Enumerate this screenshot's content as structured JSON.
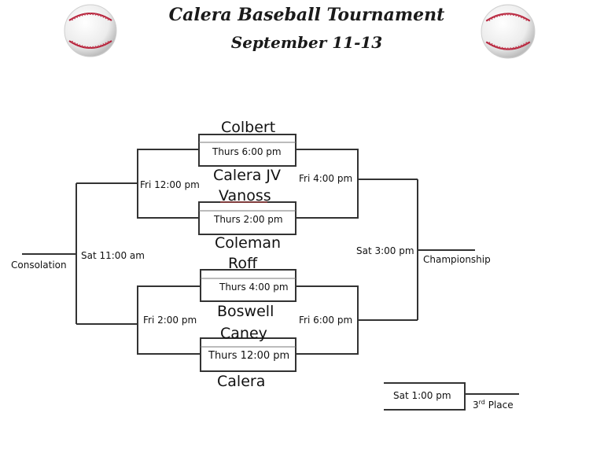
{
  "header": {
    "title": "Calera Baseball Tournament",
    "subtitle": "September 11-13"
  },
  "teams": {
    "colbert": "Colbert",
    "calera_jv": "Calera JV",
    "vanoss": "Vanoss",
    "coleman": "Coleman",
    "roff": "Roff",
    "boswell": "Boswell",
    "caney": "Caney",
    "calera": "Calera"
  },
  "games": {
    "g1": "Thurs 6:00 pm",
    "g2": "Thurs 2:00 pm",
    "g3": "Thurs 4:00 pm",
    "g4": "Thurs 12:00 pm",
    "fri_left_top": "Fri 12:00 pm",
    "fri_left_bottom": "Fri 2:00 pm",
    "fri_right_top": "Fri 4:00 pm",
    "fri_right_bottom": "Fri 6:00 pm",
    "sat_left": "Sat 11:00 am",
    "sat_right": "Sat 3:00 pm",
    "third_place_time": "Sat 1:00 pm"
  },
  "labels": {
    "consolation": "Consolation",
    "championship": "Championship",
    "third_place_num": "3",
    "third_place_sup": "rd",
    "third_place_word": "Place"
  },
  "icons": [
    "baseball-icon-left",
    "baseball-icon-right"
  ]
}
